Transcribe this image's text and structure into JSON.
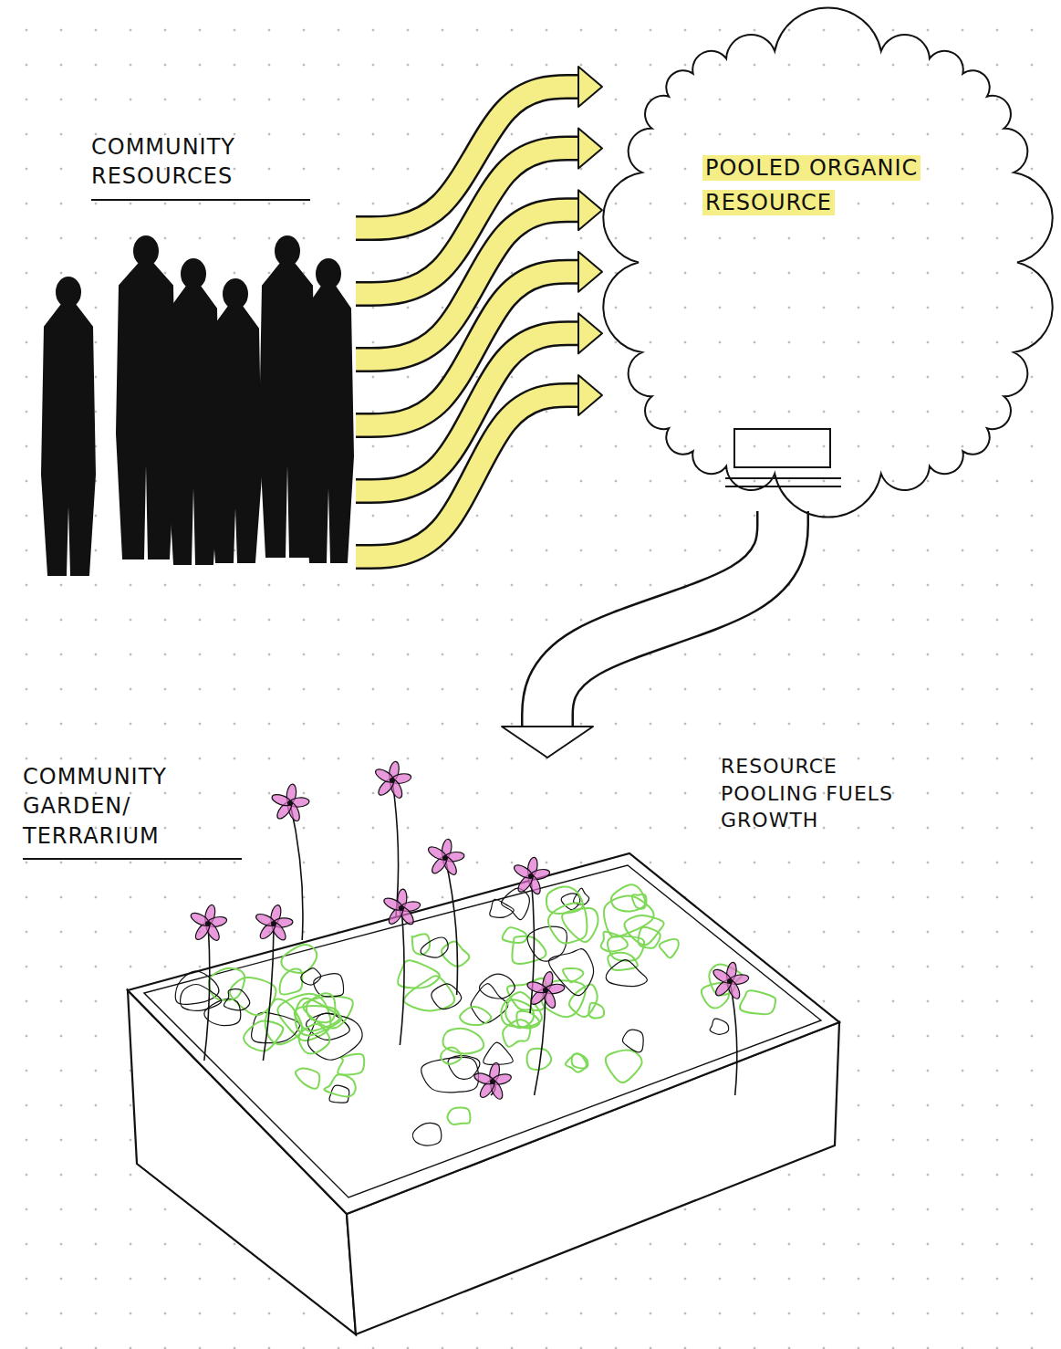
{
  "diagram": {
    "nodes": [
      {
        "text": [
          "COMMUNITY RESOURCES"
        ]
      },
      {
        "text": [
          "POOLED ORGANIC RESOURCE"
        ]
      },
      {
        "text": [
          "COMMUNITY GARDEN/ TERRARIUM"
        ]
      }
    ],
    "edges": [
      {
        "from": 0,
        "to": 1,
        "arrow": "to"
      },
      {
        "from": 0,
        "to": 1,
        "arrow": "to"
      },
      {
        "from": 0,
        "to": 1,
        "arrow": "to"
      },
      {
        "from": 0,
        "to": 1,
        "arrow": "to"
      },
      {
        "from": 0,
        "to": 1,
        "arrow": "to"
      },
      {
        "from": 0,
        "to": 1,
        "arrow": "to"
      },
      {
        "from": 1,
        "to": 2,
        "label": "RESOURCE POOLING FUELS GROWTH",
        "arrow": "to"
      }
    ]
  }
}
